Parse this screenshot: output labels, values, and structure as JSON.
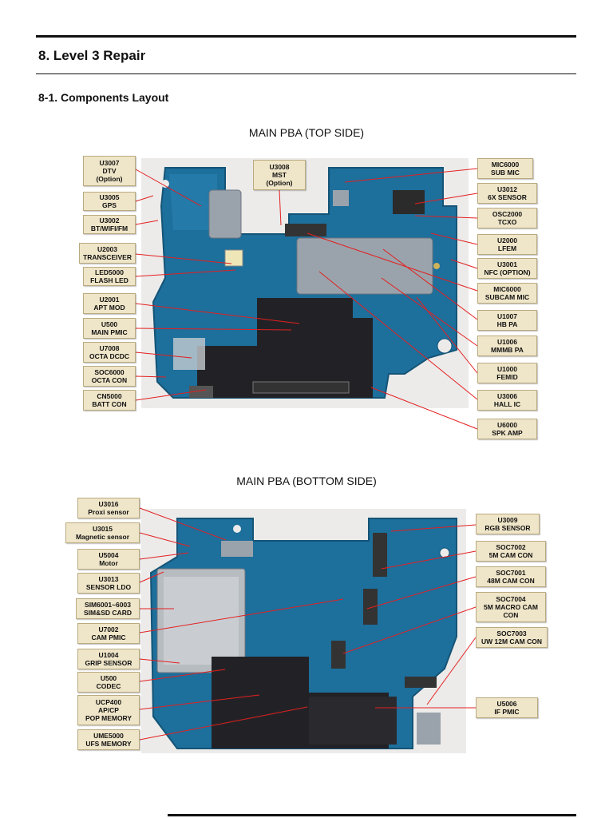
{
  "heading": "8. Level 3 Repair",
  "subheading": "8-1. Components Layout",
  "top": {
    "caption": "MAIN PBA (TOP SIDE)",
    "labels": [
      {
        "name": "label-u3007",
        "text": "U3007\nDTV\n(Option)"
      },
      {
        "name": "label-u3005",
        "text": "U3005\nGPS"
      },
      {
        "name": "label-u3002",
        "text": "U3002\nBT/WIFI/FM"
      },
      {
        "name": "label-u2003",
        "text": "U2003\nTRANSCEIVER"
      },
      {
        "name": "label-led5000",
        "text": "LED5000\nFLASH LED"
      },
      {
        "name": "label-u2001",
        "text": "U2001\nAPT MOD"
      },
      {
        "name": "label-u500",
        "text": "U500\nMAIN PMIC"
      },
      {
        "name": "label-u7008",
        "text": "U7008\nOCTA DCDC"
      },
      {
        "name": "label-soc6000",
        "text": "SOC6000\nOCTA CON"
      },
      {
        "name": "label-cn5000",
        "text": "CN5000\nBATT CON"
      },
      {
        "name": "label-u3008",
        "text": "U3008\nMST\n(Option)"
      },
      {
        "name": "label-mic6000-sub",
        "text": "MIC6000\nSUB MIC"
      },
      {
        "name": "label-u3012",
        "text": "U3012\n6X SENSOR"
      },
      {
        "name": "label-osc2000",
        "text": "OSC2000\nTCXO"
      },
      {
        "name": "label-u2000",
        "text": "U2000\nLFEM"
      },
      {
        "name": "label-u3001",
        "text": "U3001\nNFC (OPTION)"
      },
      {
        "name": "label-mic6000-subcam",
        "text": "MIC6000\nSUBCAM MIC"
      },
      {
        "name": "label-u1007",
        "text": "U1007\nHB PA"
      },
      {
        "name": "label-u1006",
        "text": "U1006\nMMMB PA"
      },
      {
        "name": "label-u1000",
        "text": "U1000\nFEMID"
      },
      {
        "name": "label-u3006",
        "text": "U3006\nHALL IC"
      },
      {
        "name": "label-u6000",
        "text": "U6000\nSPK AMP"
      }
    ]
  },
  "bottom": {
    "caption": "MAIN PBA (BOTTOM SIDE)",
    "labels": [
      {
        "name": "label-u3016",
        "text": "U3016\nProxi sensor"
      },
      {
        "name": "label-u3015",
        "text": "U3015\nMagnetic sensor"
      },
      {
        "name": "label-u5004",
        "text": "U5004\nMotor"
      },
      {
        "name": "label-u3013",
        "text": "U3013\nSENSOR LDO"
      },
      {
        "name": "label-sim6001",
        "text": "SIM6001~6003\nSIM&SD CARD"
      },
      {
        "name": "label-u7002",
        "text": "U7002\nCAM PMIC"
      },
      {
        "name": "label-u1004",
        "text": "U1004\nGRIP SENSOR"
      },
      {
        "name": "label-u500-codec",
        "text": "U500\nCODEC"
      },
      {
        "name": "label-ucp400",
        "text": "UCP400\nAP/CP\nPOP MEMORY"
      },
      {
        "name": "label-ume5000",
        "text": "UME5000\nUFS MEMORY"
      },
      {
        "name": "label-u3009",
        "text": "U3009\nRGB SENSOR"
      },
      {
        "name": "label-soc7002",
        "text": "SOC7002\n5M CAM CON"
      },
      {
        "name": "label-soc7001",
        "text": "SOC7001\n48M CAM CON"
      },
      {
        "name": "label-soc7004",
        "text": "SOC7004\n5M MACRO CAM\nCON"
      },
      {
        "name": "label-soc7003",
        "text": "SOC7003\nUW 12M CAM CON"
      },
      {
        "name": "label-u5006",
        "text": "U5006\nIF PMIC"
      }
    ]
  },
  "colors": {
    "pcb": "#1d6f9c",
    "pcb_light": "#3b93c4",
    "shield": "#9aa3ab",
    "black": "#222226",
    "label_bg": "#efe5c8",
    "leader": "#e32020"
  }
}
